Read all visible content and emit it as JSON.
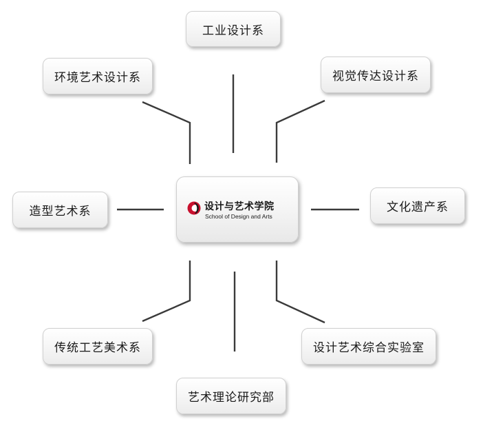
{
  "center": {
    "name_cn": "设计与艺术学院",
    "name_en": "School of Design and Arts",
    "logo_color": "#c8102e"
  },
  "departments": {
    "industrial": "工业设计系",
    "environmental": "环境艺术设计系",
    "visual": "视觉传达设计系",
    "modeling": "造型艺术系",
    "heritage": "文化遗产系",
    "traditional": "传统工艺美术系",
    "theory": "艺术理论研究部",
    "lab": "设计艺术综合实验室"
  }
}
